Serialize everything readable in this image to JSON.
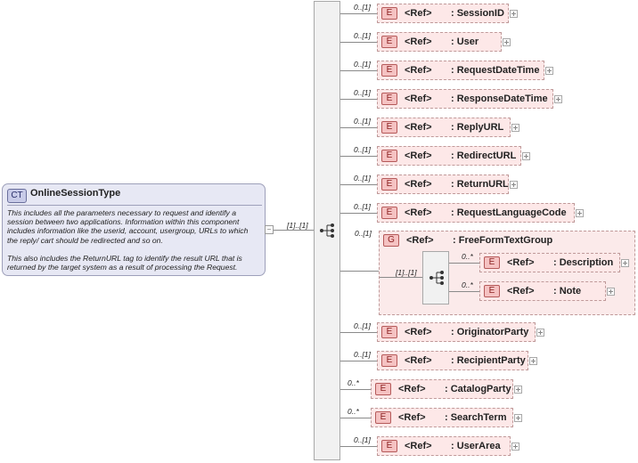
{
  "complex_type": {
    "badge": "CT",
    "name": "OnlineSessionType",
    "description": "This includes all the parameters necessary to request and identify a\nsession between two applications.  Information within this component\nincludes information like the userid, account, usergroup, URLs to which\nthe reply/ cart should be redirected and so on.\n\nThis also includes the ReturnURL tag to identify the result URL that is\nreturned by the target system as a result of processing the Request."
  },
  "sequence_cardinality": "[1]..[1]",
  "element_badge": "E",
  "group_badge": "G",
  "ref_label": "<Ref>",
  "elements": [
    {
      "cardinality": "0..[1]",
      "name": ": SessionID"
    },
    {
      "cardinality": "0..[1]",
      "name": ": User"
    },
    {
      "cardinality": "0..[1]",
      "name": ": RequestDateTime"
    },
    {
      "cardinality": "0..[1]",
      "name": ": ResponseDateTime"
    },
    {
      "cardinality": "0..[1]",
      "name": ": ReplyURL"
    },
    {
      "cardinality": "0..[1]",
      "name": ": RedirectURL"
    },
    {
      "cardinality": "0..[1]",
      "name": ": ReturnURL"
    },
    {
      "cardinality": "0..[1]",
      "name": ": RequestLanguageCode"
    }
  ],
  "group": {
    "cardinality": "0..[1]",
    "name": ": FreeFormTextGroup",
    "sequence_cardinality": "[1]..[1]",
    "children": [
      {
        "cardinality": "0..*",
        "name": ": Description"
      },
      {
        "cardinality": "0..*",
        "name": ": Note"
      }
    ]
  },
  "elements_after": [
    {
      "cardinality": "0..[1]",
      "name": ": OriginatorParty"
    },
    {
      "cardinality": "0..[1]",
      "name": ": RecipientParty"
    },
    {
      "cardinality": "0..*",
      "name": ": CatalogParty"
    },
    {
      "cardinality": "0..*",
      "name": ": SearchTerm"
    },
    {
      "cardinality": "0..[1]",
      "name": ": UserArea"
    }
  ],
  "icons": {
    "complex-type": "ct-badge",
    "element": "element-badge",
    "group": "group-badge",
    "sequence": "sequence-icon",
    "expand": "plus-icon",
    "collapse": "minus-icon"
  }
}
